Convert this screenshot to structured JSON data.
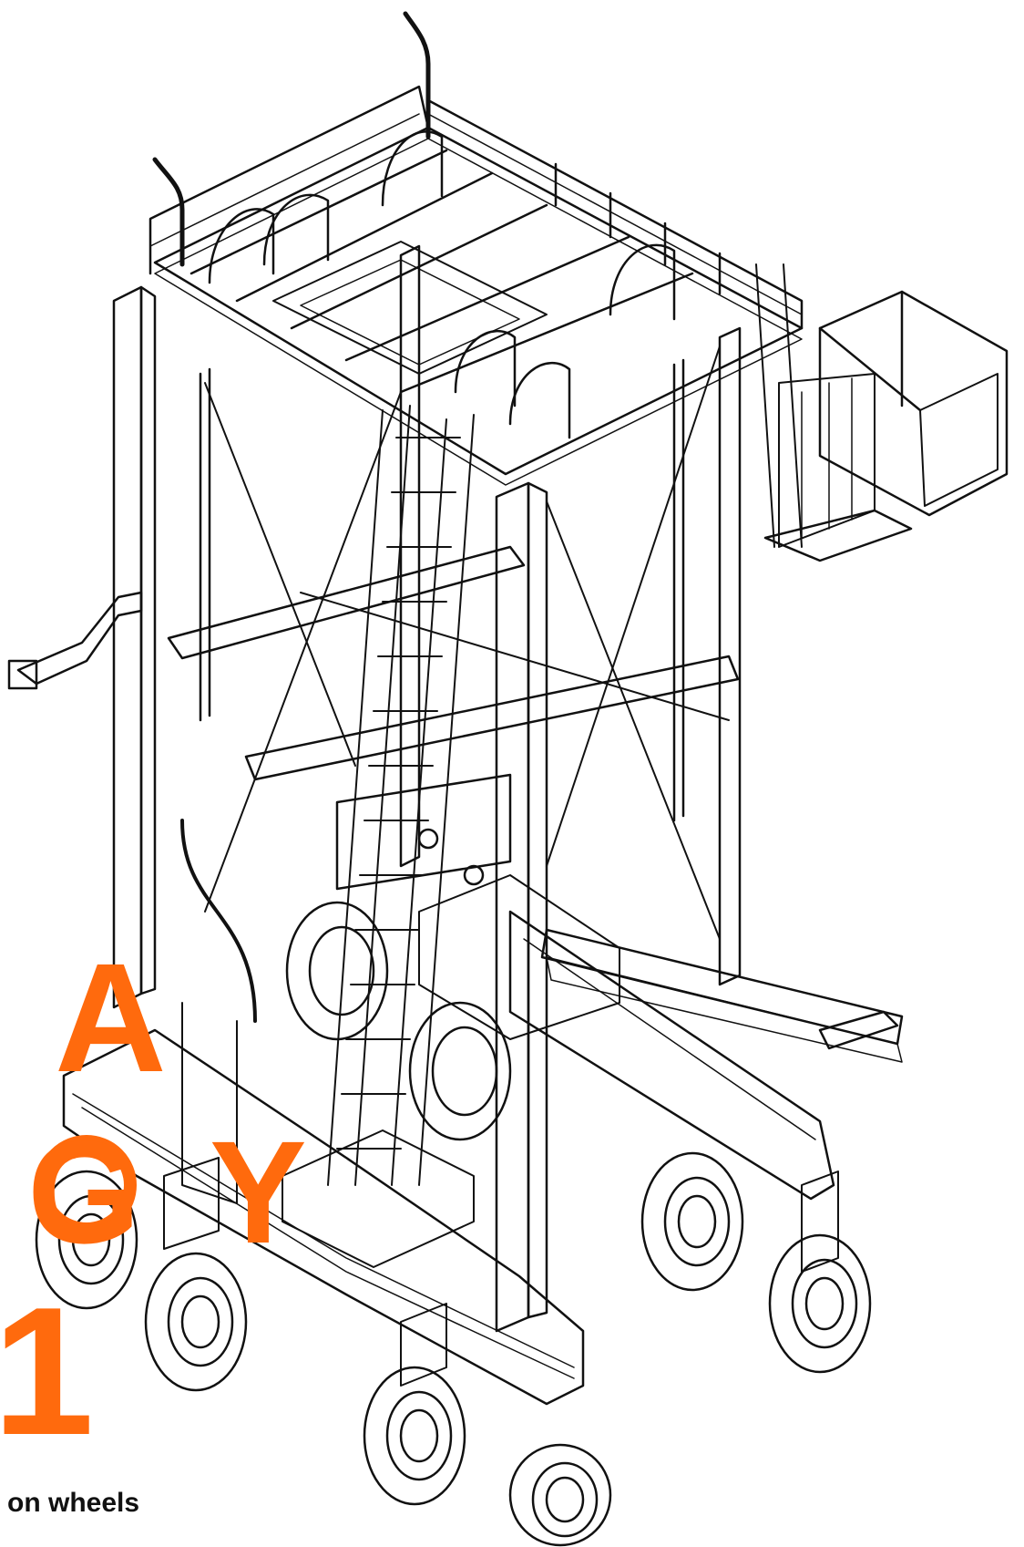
{
  "overlay": {
    "letter_a": "A",
    "letter_g": "G",
    "letter_y": "Y",
    "number": "1",
    "caption": "on wheels"
  },
  "colors": {
    "accent": "#ff6a0d",
    "line": "#111111",
    "background": "#ffffff"
  },
  "illustration": {
    "subject": "straddle-carrier-line-drawing"
  }
}
